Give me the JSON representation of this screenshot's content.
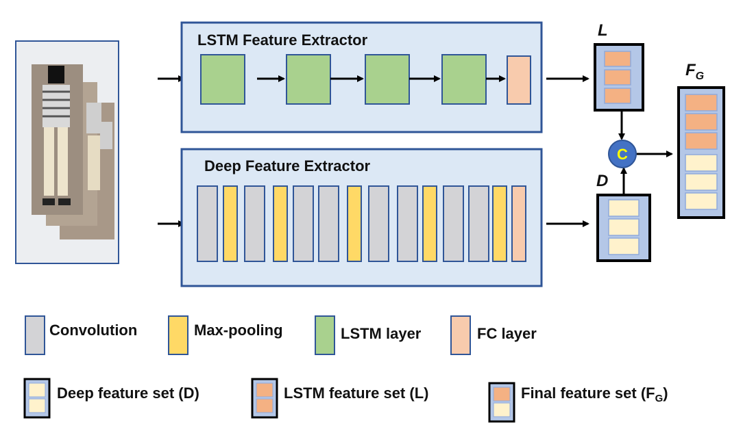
{
  "colors": {
    "panel_fill": "#dce8f5",
    "panel_stroke": "#2f5597",
    "input_panel_fill": "#eceef1",
    "conv": "#d3d3d6",
    "maxpool": "#ffd966",
    "lstm": "#a9d18e",
    "fc": "#f8cbad",
    "deep_cell": "#fff2cc",
    "lstm_cell": "#f4b183",
    "feature_bg": "#b4c7e7",
    "concat_fill": "#4472c4",
    "concat_text": "#ffff00"
  },
  "icons": {
    "input_image": "walking-person-silhouette-frames",
    "concat": "concatenation-circle"
  },
  "lstm_extractor": {
    "title": "LSTM Feature Extractor",
    "layers": [
      "lstm",
      "lstm",
      "lstm",
      "lstm",
      "fc"
    ]
  },
  "deep_extractor": {
    "title": "Deep Feature Extractor",
    "layers": [
      "conv",
      "maxpool",
      "conv",
      "maxpool",
      "conv",
      "conv",
      "maxpool",
      "conv",
      "conv",
      "maxpool",
      "conv",
      "conv",
      "maxpool",
      "fc"
    ]
  },
  "feature_sets": {
    "lstm_label": "L",
    "deep_label": "D",
    "final_label": "F",
    "final_sub": "G",
    "concat_symbol": "C"
  },
  "legend": {
    "row1": [
      {
        "key": "conv",
        "label": "Convolution"
      },
      {
        "key": "maxpool",
        "label": "Max-pooling"
      },
      {
        "key": "lstm",
        "label": "LSTM layer"
      },
      {
        "key": "fc",
        "label": "FC layer"
      }
    ],
    "deep_set": "Deep feature set (D)",
    "lstm_set": "LSTM feature set (L)",
    "final_set_prefix": "Final feature set (F",
    "final_set_sub": "G",
    "final_set_suffix": ")"
  }
}
